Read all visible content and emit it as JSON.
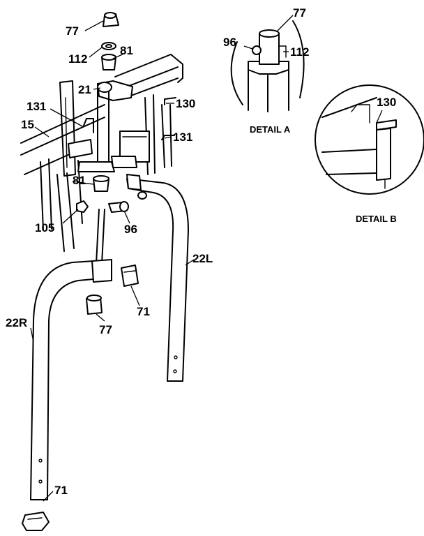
{
  "callouts": {
    "p77_top": "77",
    "p112_top": "112",
    "p81_top": "81",
    "p21": "21",
    "p131_left": "131",
    "p15": "15",
    "p130": "130",
    "p131_right": "131",
    "p81_low": "81",
    "p105": "105",
    "p96": "96",
    "p22L": "22L",
    "p71_mid": "71",
    "p77_low": "77",
    "p22R": "22R",
    "p71_bottom": "71"
  },
  "detail_a": {
    "caption": "DETAIL A",
    "p77": "77",
    "p96": "96",
    "p112": "112"
  },
  "detail_b": {
    "caption": "DETAIL B",
    "p130": "130"
  }
}
